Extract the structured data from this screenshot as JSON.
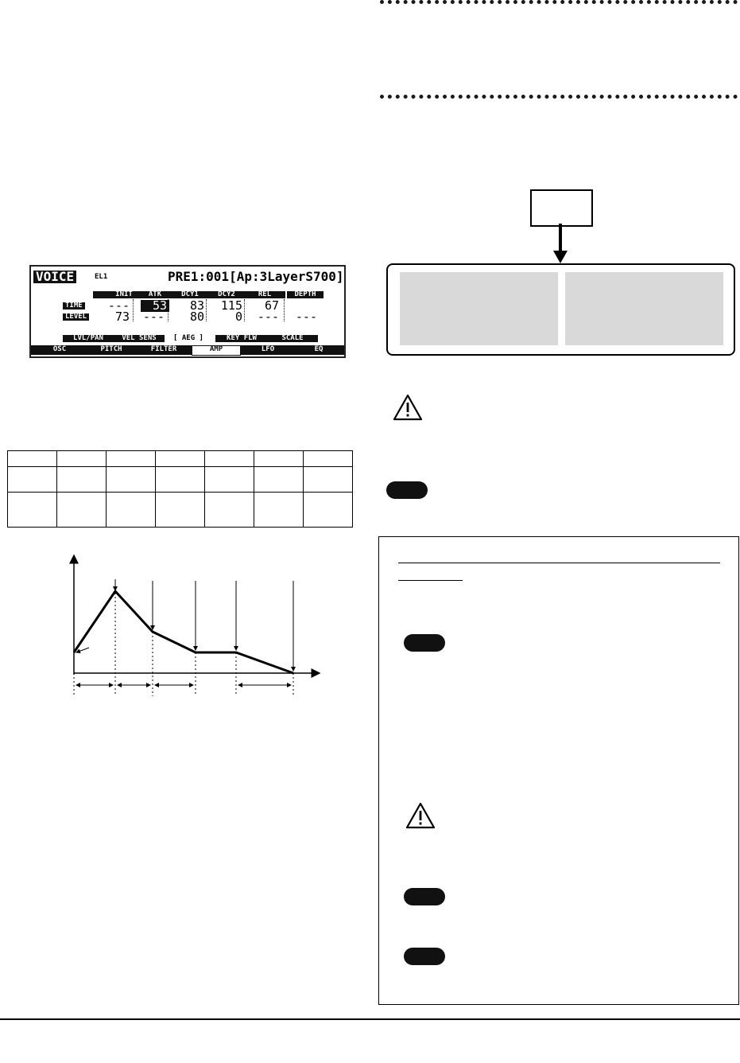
{
  "lcd": {
    "mode": "VOICE",
    "element": "EL1",
    "voice": "PRE1:001[Ap:3LayerS700]",
    "columns": [
      "INIT",
      "ATK",
      "DCY1",
      "DCY2",
      "REL",
      "DEPTH"
    ],
    "row_time_label": "TIME",
    "row_level_label": "LEVEL",
    "time": [
      "---",
      "53",
      "83",
      "115",
      "67",
      ""
    ],
    "level": [
      "73",
      "---",
      "80",
      "0",
      "---",
      "---"
    ],
    "subtabs": [
      "LVL/PAN",
      "VEL SENS",
      "[  AEG  ]",
      "KEY FLW",
      "SCALE"
    ],
    "tabs": [
      "OSC",
      "PITCH",
      "FILTER",
      "AMP",
      "LFO",
      "EQ"
    ]
  },
  "icons": [
    "caution-icon",
    "note-pill",
    "note-pill",
    "caution-icon",
    "note-pill",
    "note-pill"
  ]
}
